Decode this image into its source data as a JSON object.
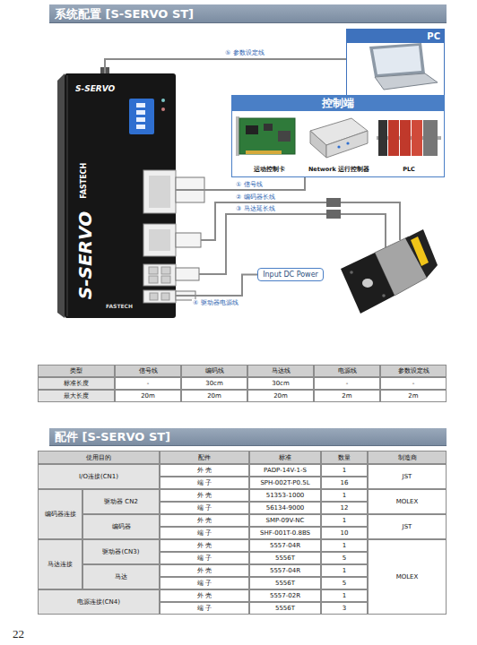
{
  "diagram": {
    "title": "系统配置 [S-SERVO ST]",
    "nodes": [
      {
        "text": [
          "PC"
        ]
      },
      {
        "text": [
          "控制端"
        ]
      },
      {
        "text": [
          "运动控制卡"
        ],
        "in": 1
      },
      {
        "text": [
          "Network 运行控制器"
        ],
        "in": 1
      },
      {
        "text": [
          "PLC"
        ],
        "in": 1
      },
      {
        "text": [
          "S-SERVO",
          "FASTECH"
        ]
      },
      {
        "text": [
          "Input DC Power"
        ]
      }
    ],
    "edges": [
      {
        "from": 5,
        "to": 0,
        "arrow": "none",
        "label": "⑤ 参数设定线"
      },
      {
        "from": 5,
        "to": 1,
        "arrow": "none",
        "label": "① 信号线"
      },
      {
        "from": 5,
        "to": 6,
        "arrow": "none",
        "label": "④ 驱动器电源线"
      }
    ],
    "labels": [
      "② 编码器长线",
      "③ 马达延长线",
      "S-SERVO",
      "FASTECH",
      "类型",
      "信号线",
      "编码线",
      "马达线",
      "电源线",
      "参数设定线",
      "标准长度",
      "-",
      "30cm",
      "30cm",
      "-",
      "-",
      "最大长度",
      "20m",
      "20m",
      "20m",
      "2m",
      "2m",
      "配件 [S-SERVO ST]",
      "使用目的",
      "配件",
      "标准",
      "数量",
      "制造商",
      "I/O连接(CN1)",
      "外 壳",
      "PADP-14V-1-S",
      "1",
      "JST",
      "端 子",
      "SPH-002T-P0.5L",
      "16",
      "编码器连接",
      "驱动器 CN2",
      "外 壳",
      "51353-1000",
      "1",
      "MOLEX",
      "端 子",
      "56134-9000",
      "12",
      "编码器",
      "外 壳",
      "SMP-09V-NC",
      "1",
      "JST",
      "端 子",
      "SHF-001T-0.8BS",
      "10",
      "马达连接",
      "驱动器(CN3)",
      "外 壳",
      "5557-04R",
      "1",
      "MOLEX",
      "端 子",
      "5556T",
      "5",
      "马达",
      "外 壳",
      "5557-04R",
      "1",
      "端 子",
      "5556T",
      "5",
      "电源连接(CN4)",
      "外 壳",
      "5557-02R",
      "1",
      "端 子",
      "5556T",
      "3",
      "22"
    ]
  }
}
